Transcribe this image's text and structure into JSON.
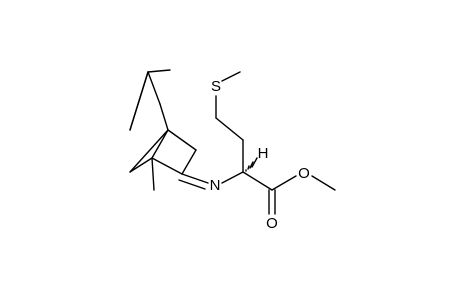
{
  "structure": {
    "atom_labels": {
      "sulfur": "S",
      "nitrogen": "N",
      "ether_oxygen": "O",
      "carbonyl_oxygen": "O",
      "alpha_hydrogen": "H"
    }
  }
}
